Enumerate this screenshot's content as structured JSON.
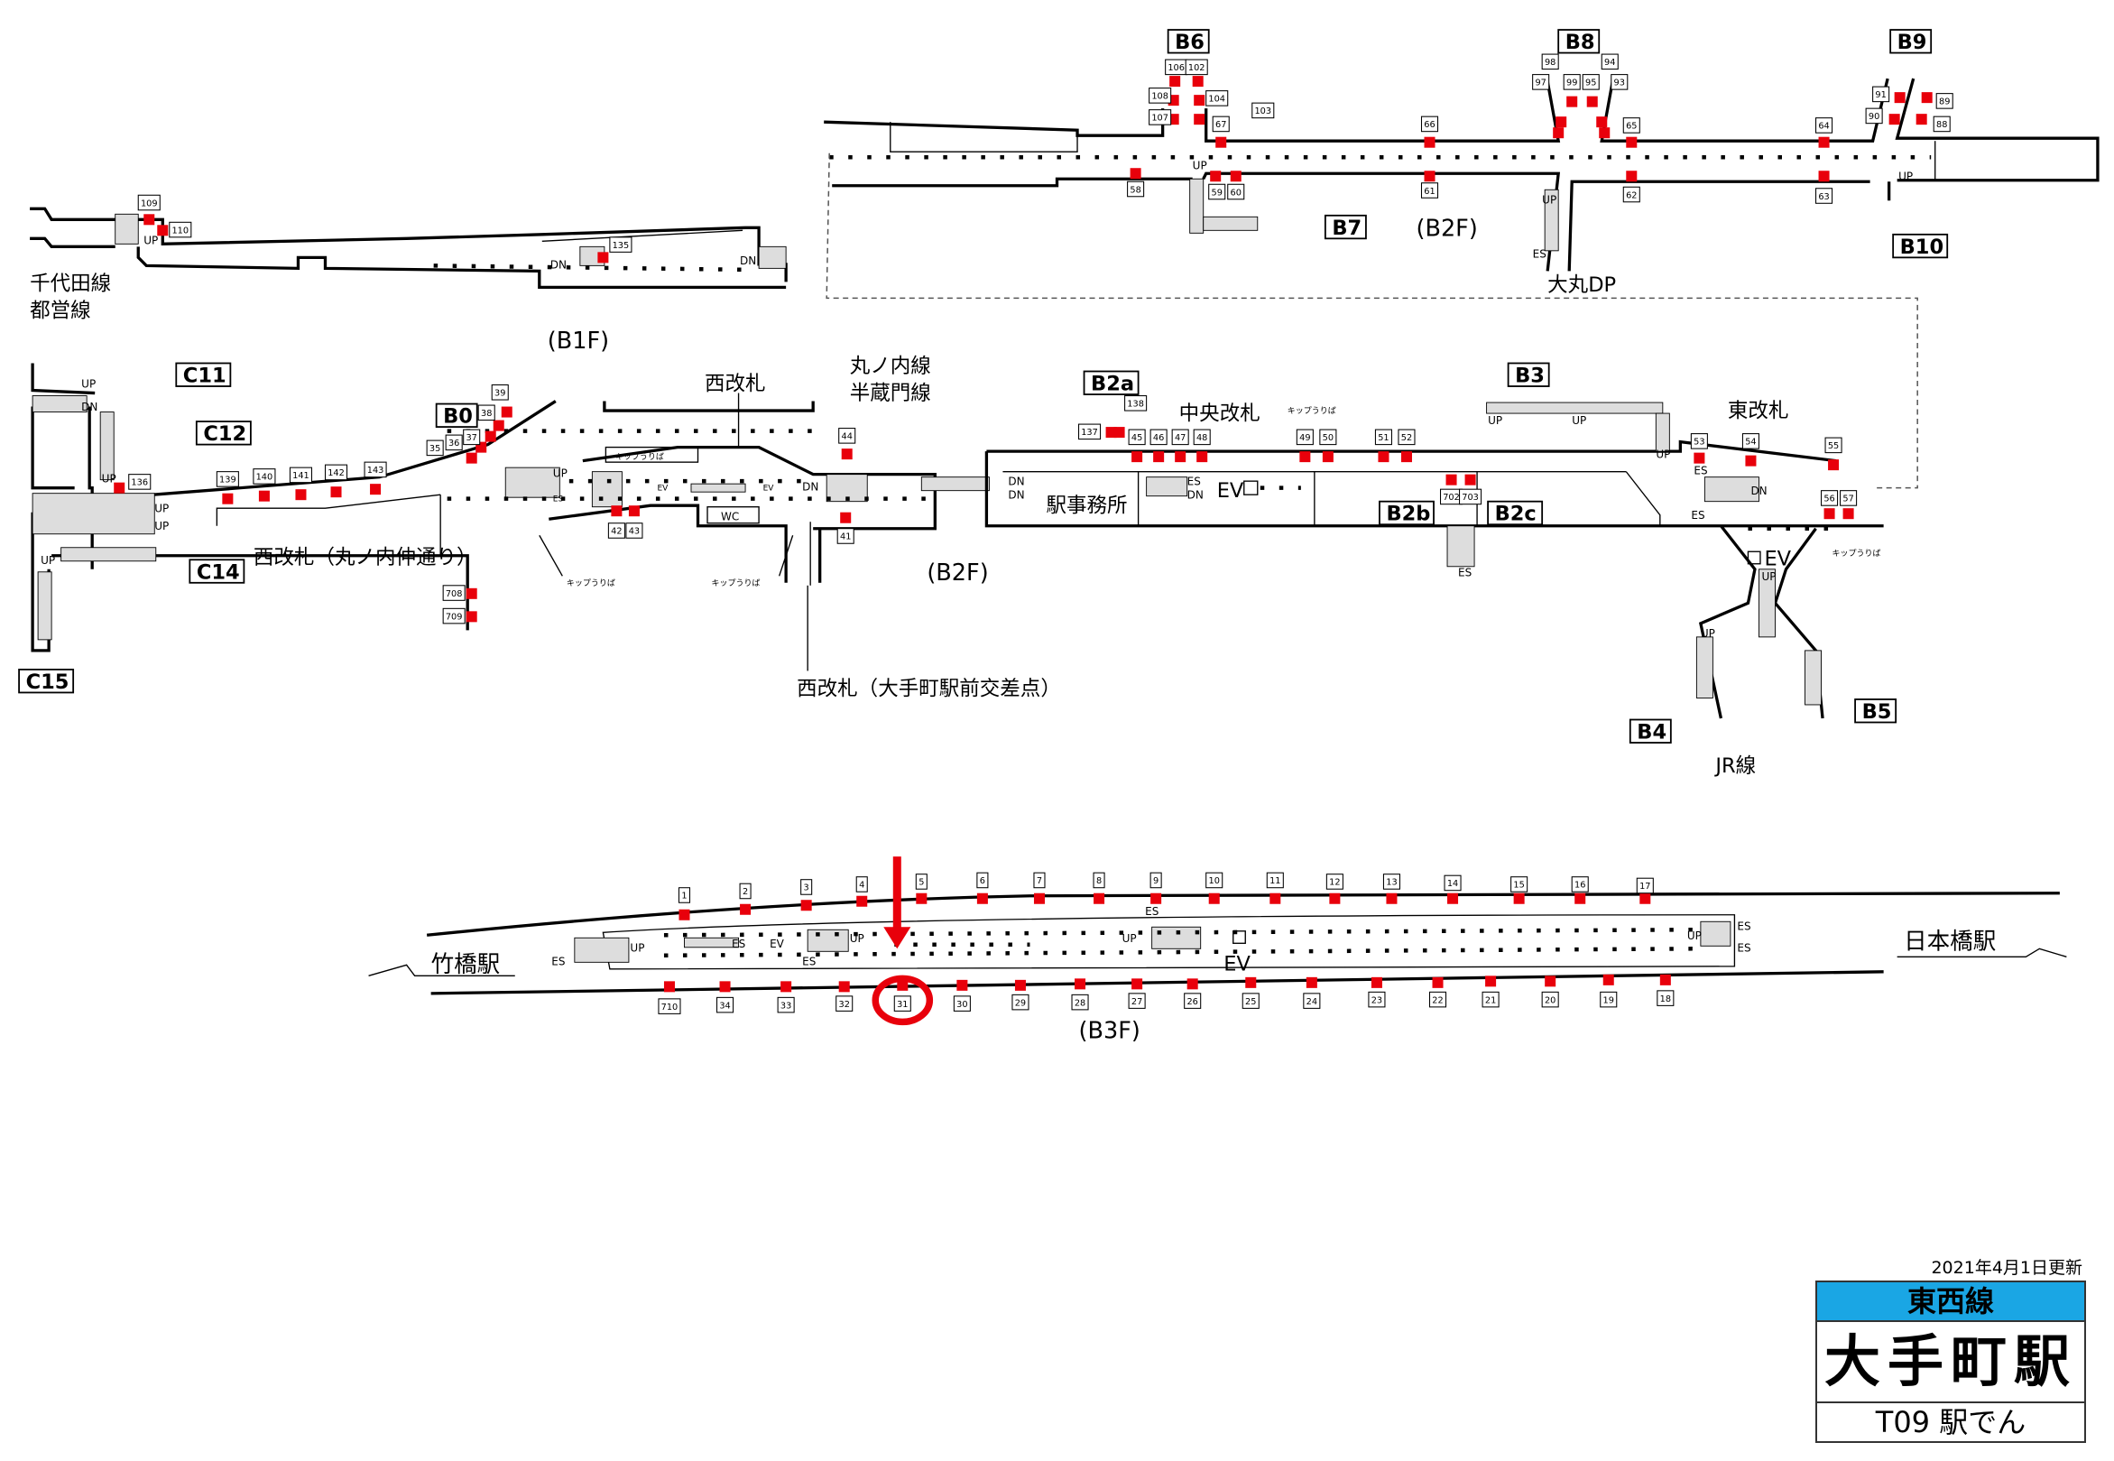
{
  "legend": {
    "updated": "2021年4月1日更新",
    "line_name": "東西線",
    "station_name": "大手町駅",
    "footer": "T09 駅でん",
    "line_color": "#1aa6e4"
  },
  "floors": {
    "b1f": "(B1F)",
    "b2f_west": "(B2F)",
    "b2f_east": "(B2F)",
    "b3f": "(B3F)"
  },
  "exits": {
    "b0": "B0",
    "b2a": "B2a",
    "b2b": "B2b",
    "b2c": "B2c",
    "b3": "B3",
    "b4": "B4",
    "b5": "B5",
    "b6": "B6",
    "b7": "B7",
    "b8": "B8",
    "b9": "B9",
    "b10": "B10",
    "c11": "C11",
    "c12": "C12",
    "c14": "C14",
    "c15": "C15"
  },
  "places": {
    "chiyoda_line": "千代田線",
    "toei_line": "都営線",
    "west_gate": "西改札",
    "marunouchi_line": "丸ノ内線",
    "hanzomon_line": "半蔵門線",
    "west_gate_nakadori": "西改札（丸ノ内仲通り）",
    "west_gate_intersection": "西改札（大手町駅前交差点）",
    "central_gate": "中央改札",
    "east_gate": "東改札",
    "station_office": "駅事務所",
    "jr_line": "JR線",
    "daimaru": "大丸DP",
    "takebashi": "竹橋駅",
    "nihombashi": "日本橋駅",
    "ticket": "キップうりば",
    "wc": "WC",
    "ev": "EV",
    "up": "UP",
    "dn": "DN",
    "es": "ES"
  },
  "car_positions": {
    "b1f": [
      "109",
      "110",
      "135"
    ],
    "b2f_west": [
      "136",
      "139",
      "140",
      "141",
      "142",
      "143",
      "35",
      "36",
      "37",
      "38",
      "39",
      "708",
      "709",
      "42",
      "43",
      "44",
      "41"
    ],
    "b2f_center": [
      "137",
      "138",
      "45",
      "46",
      "47",
      "48",
      "49",
      "50",
      "51",
      "52",
      "702",
      "703",
      "53",
      "54",
      "55",
      "56",
      "57"
    ],
    "b2f_east_top": [
      "108",
      "107",
      "106",
      "102",
      "104",
      "103",
      "67",
      "66",
      "98",
      "97",
      "99",
      "95",
      "94",
      "93",
      "65",
      "64",
      "91",
      "90",
      "89",
      "88"
    ],
    "b2f_east_bottom": [
      "58",
      "59",
      "60",
      "61",
      "62",
      "63"
    ],
    "b3f_top": [
      "1",
      "2",
      "3",
      "4",
      "5",
      "6",
      "7",
      "8",
      "9",
      "10",
      "11",
      "12",
      "13",
      "14",
      "15",
      "16",
      "17"
    ],
    "b3f_bottom": [
      "710",
      "34",
      "33",
      "32",
      "31",
      "30",
      "29",
      "28",
      "27",
      "26",
      "25",
      "24",
      "23",
      "22",
      "21",
      "20",
      "19",
      "18"
    ]
  },
  "highlight": {
    "position": "31",
    "color": "#e8000b"
  }
}
